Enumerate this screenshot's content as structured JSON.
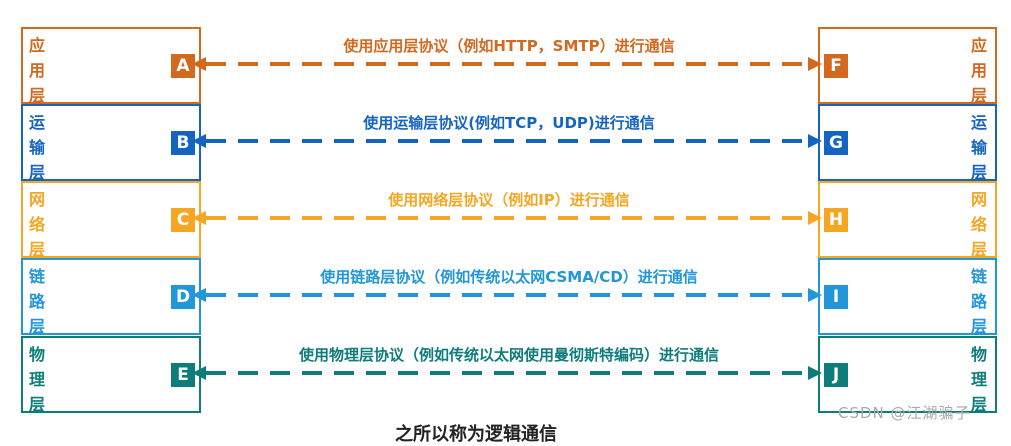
{
  "layers": [
    {
      "left_label": "应用层",
      "right_label": "应用层",
      "left_letter": "A",
      "right_letter": "F",
      "message": "使用应用层协议（例如HTTP，SMTP）进行通信",
      "color": "#D2691E"
    },
    {
      "left_label": "运输层",
      "right_label": "运输层",
      "left_letter": "B",
      "right_letter": "G",
      "message": "使用运输层协议(例如TCP，UDP)进行通信",
      "color": "#1565C0"
    },
    {
      "left_label": "网络层",
      "right_label": "网络层",
      "left_letter": "C",
      "right_letter": "H",
      "message": "使用网络层协议（例如IP）进行通信",
      "color": "#F5A623"
    },
    {
      "left_label": "链路层",
      "right_label": "链路层",
      "left_letter": "D",
      "right_letter": "I",
      "message": "使用链路层协议（例如传统以太网CSMA/CD）进行通信",
      "color": "#2196D9"
    },
    {
      "left_label": "物理层",
      "right_label": "物理层",
      "left_letter": "E",
      "right_letter": "J",
      "message": "使用物理层协议（例如传统以太网使用曼彻斯特编码）进行通信",
      "color": "#0E7C7B"
    }
  ],
  "caption": "之所以称为逻辑通信",
  "watermark": "CSDN @江湖骗子"
}
